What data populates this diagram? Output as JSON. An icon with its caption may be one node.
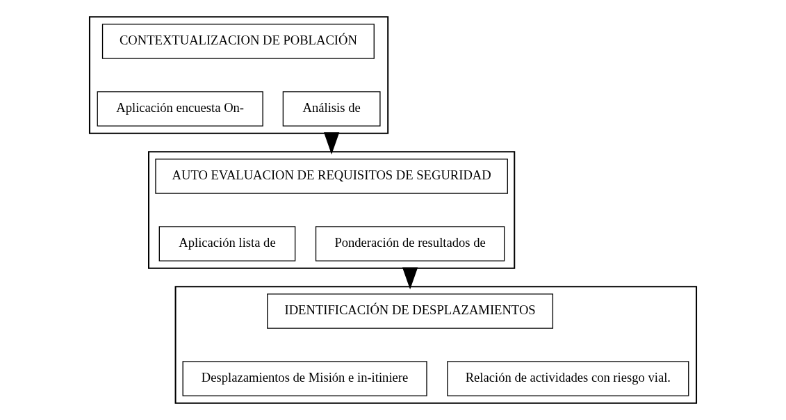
{
  "diagram": {
    "nodes": [
      {
        "text": [],
        "shape": "box"
      },
      {
        "text": [
          "CONTEXTUALIZACION DE POBLACIÓN"
        ],
        "in": 0
      },
      {
        "text": [
          "Aplicación encuesta On-"
        ],
        "in": 0
      },
      {
        "text": [
          "Análisis de"
        ],
        "in": 0
      },
      {
        "text": [],
        "shape": "box"
      },
      {
        "text": [
          "AUTO EVALUACION DE REQUISITOS DE SEGURIDAD"
        ],
        "in": 4
      },
      {
        "text": [
          "Aplicación lista de"
        ],
        "in": 4
      },
      {
        "text": [
          "Ponderación de resultados de"
        ],
        "in": 4
      },
      {
        "text": [],
        "shape": "box"
      },
      {
        "text": [
          "IDENTIFICACIÓN DE DESPLAZAMIENTOS"
        ],
        "in": 8
      },
      {
        "text": [
          "Desplazamientos de Misión e in-itiniere"
        ],
        "in": 8
      },
      {
        "text": [
          "Relación de actividades con riesgo vial."
        ],
        "in": 8
      }
    ],
    "edges": [
      {
        "from": 0,
        "to": 4,
        "arrow": "to"
      },
      {
        "from": 4,
        "to": 8,
        "arrow": "to"
      }
    ]
  }
}
